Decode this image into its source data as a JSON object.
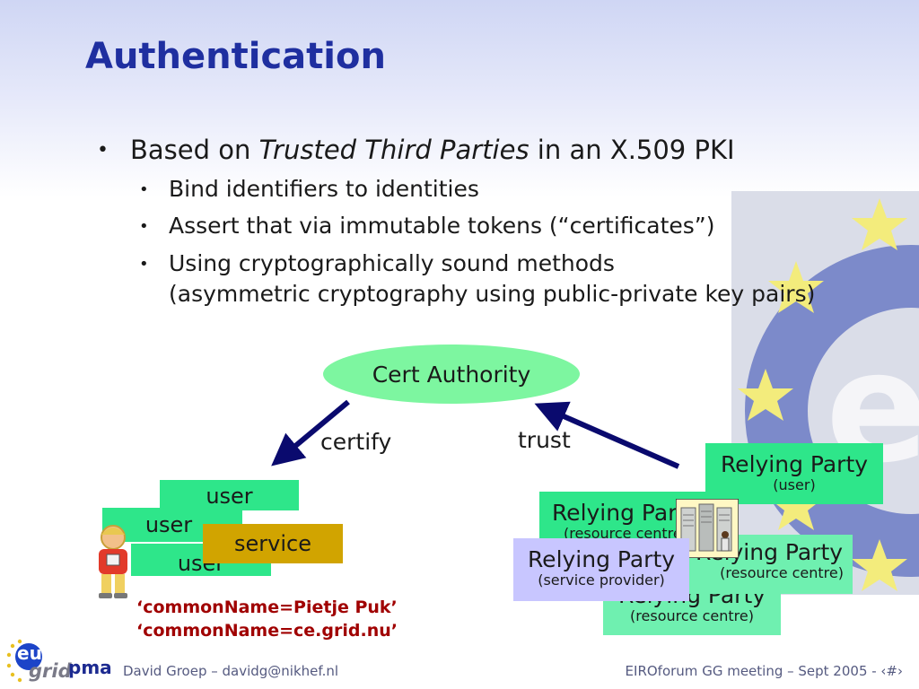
{
  "title": "Authentication",
  "bullets": {
    "main_prefix": "Based on ",
    "main_italic": "Trusted Third Parties",
    "main_suffix": " in an X.509 PKI",
    "sub1": "Bind identifiers to identities",
    "sub2": "Assert that via immutable tokens (“certificates”)",
    "sub3_line1": "Using cryptographically sound methods",
    "sub3_line2": "(asymmetric cryptography using public-private key pairs)"
  },
  "diagram": {
    "cert_authority": "Cert Authority",
    "certify": "certify",
    "trust": "trust",
    "user_labels": [
      "user",
      "user",
      "user"
    ],
    "service": "service",
    "common_names": [
      "‘commonName=Pietje Puk’",
      "‘commonName=ce.grid.nu’"
    ],
    "relying_parties": [
      {
        "title": "Relying Party",
        "sub": "(user)"
      },
      {
        "title": "Relying Party",
        "sub": "(resource centre)"
      },
      {
        "title": "Relying Party",
        "sub": "(service provider)"
      },
      {
        "title": "Relying Party",
        "sub": "(resource centre)"
      },
      {
        "title": "Relying Party",
        "sub": "(resource centre)"
      }
    ]
  },
  "logo": {
    "eu": "eu",
    "grid": "grid",
    "pma": "pma"
  },
  "footer": {
    "left": "David Groep – davidg@nikhef.nl",
    "right": "EIROforum GG meeting – Sept 2005 - ‹#›"
  },
  "colors": {
    "title": "#1f2fa0",
    "cn": "#a00000",
    "green": "#2ee68a",
    "violet": "#c8c6ff",
    "gold": "#d1a400",
    "arrow": "#0a0a6e"
  }
}
